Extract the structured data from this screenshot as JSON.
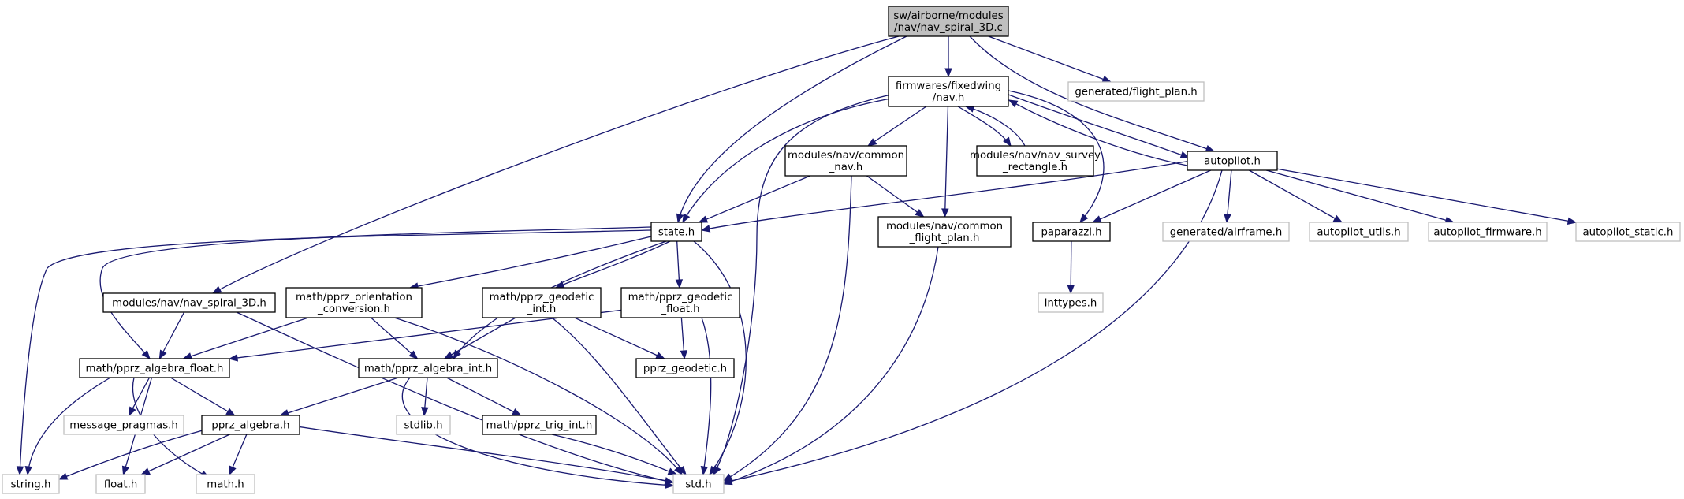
{
  "nodes": [
    {
      "id": "root",
      "lines": [
        "sw/airborne/modules",
        "/nav/nav_spiral_3D.c"
      ],
      "style": "root"
    },
    {
      "id": "nav",
      "lines": [
        "firmwares/fixedwing",
        "/nav.h"
      ],
      "style": "doc"
    },
    {
      "id": "fp",
      "lines": [
        "generated/flight_plan.h"
      ],
      "style": "ext"
    },
    {
      "id": "cnav",
      "lines": [
        "modules/nav/common",
        "_nav.h"
      ],
      "style": "doc"
    },
    {
      "id": "surv",
      "lines": [
        "modules/nav/nav_survey",
        "_rectangle.h"
      ],
      "style": "doc"
    },
    {
      "id": "ap",
      "lines": [
        "autopilot.h"
      ],
      "style": "doc"
    },
    {
      "id": "state",
      "lines": [
        "state.h"
      ],
      "style": "doc"
    },
    {
      "id": "cfp",
      "lines": [
        "modules/nav/common",
        "_flight_plan.h"
      ],
      "style": "doc"
    },
    {
      "id": "ppz",
      "lines": [
        "paparazzi.h"
      ],
      "style": "doc"
    },
    {
      "id": "af",
      "lines": [
        "generated/airframe.h"
      ],
      "style": "ext"
    },
    {
      "id": "apu",
      "lines": [
        "autopilot_utils.h"
      ],
      "style": "ext"
    },
    {
      "id": "apf",
      "lines": [
        "autopilot_firmware.h"
      ],
      "style": "ext"
    },
    {
      "id": "aps",
      "lines": [
        "autopilot_static.h"
      ],
      "style": "ext"
    },
    {
      "id": "sp3",
      "lines": [
        "modules/nav/nav_spiral_3D.h"
      ],
      "style": "doc"
    },
    {
      "id": "oc",
      "lines": [
        "math/pprz_orientation",
        "_conversion.h"
      ],
      "style": "doc"
    },
    {
      "id": "gi",
      "lines": [
        "math/pprz_geodetic",
        "_int.h"
      ],
      "style": "doc"
    },
    {
      "id": "gf",
      "lines": [
        "math/pprz_geodetic",
        "_float.h"
      ],
      "style": "doc"
    },
    {
      "id": "it",
      "lines": [
        "inttypes.h"
      ],
      "style": "ext"
    },
    {
      "id": "af_h",
      "lines": [
        "math/pprz_algebra_float.h"
      ],
      "style": "doc"
    },
    {
      "id": "ai",
      "lines": [
        "math/pprz_algebra_int.h"
      ],
      "style": "doc"
    },
    {
      "id": "geo",
      "lines": [
        "pprz_geodetic.h"
      ],
      "style": "doc"
    },
    {
      "id": "mp",
      "lines": [
        "message_pragmas.h"
      ],
      "style": "ext"
    },
    {
      "id": "pa",
      "lines": [
        "pprz_algebra.h"
      ],
      "style": "doc"
    },
    {
      "id": "sl",
      "lines": [
        "stdlib.h"
      ],
      "style": "ext"
    },
    {
      "id": "ti",
      "lines": [
        "math/pprz_trig_int.h"
      ],
      "style": "doc"
    },
    {
      "id": "str",
      "lines": [
        "string.h"
      ],
      "style": "ext"
    },
    {
      "id": "flt",
      "lines": [
        "float.h"
      ],
      "style": "ext"
    },
    {
      "id": "mth",
      "lines": [
        "math.h"
      ],
      "style": "ext"
    },
    {
      "id": "std",
      "lines": [
        "std.h"
      ],
      "style": "ext"
    }
  ],
  "edges": [
    [
      "root",
      "nav"
    ],
    [
      "root",
      "fp"
    ],
    [
      "root",
      "ap"
    ],
    [
      "root",
      "state"
    ],
    [
      "root",
      "sp3"
    ],
    [
      "nav",
      "cnav"
    ],
    [
      "nav",
      "surv"
    ],
    [
      "nav",
      "state"
    ],
    [
      "nav",
      "cfp"
    ],
    [
      "nav",
      "ppz"
    ],
    [
      "nav",
      "std"
    ],
    [
      "nav",
      "ap"
    ],
    [
      "surv",
      "nav"
    ],
    [
      "ap",
      "nav"
    ],
    [
      "cnav",
      "state"
    ],
    [
      "cnav",
      "cfp"
    ],
    [
      "cnav",
      "std"
    ],
    [
      "ap",
      "state"
    ],
    [
      "ap",
      "ppz"
    ],
    [
      "ap",
      "af"
    ],
    [
      "ap",
      "apu"
    ],
    [
      "ap",
      "apf"
    ],
    [
      "ap",
      "aps"
    ],
    [
      "ap",
      "std"
    ],
    [
      "cfp",
      "std"
    ],
    [
      "ppz",
      "it"
    ],
    [
      "state",
      "oc"
    ],
    [
      "state",
      "gi"
    ],
    [
      "state",
      "gf"
    ],
    [
      "state",
      "af_h"
    ],
    [
      "state",
      "ai"
    ],
    [
      "state",
      "std"
    ],
    [
      "state",
      "str"
    ],
    [
      "sp3",
      "af_h"
    ],
    [
      "sp3",
      "std"
    ],
    [
      "oc",
      "af_h"
    ],
    [
      "oc",
      "ai"
    ],
    [
      "oc",
      "std"
    ],
    [
      "gi",
      "ai"
    ],
    [
      "gi",
      "geo"
    ],
    [
      "gi",
      "std"
    ],
    [
      "gf",
      "af_h"
    ],
    [
      "gf",
      "geo"
    ],
    [
      "gf",
      "std"
    ],
    [
      "af_h",
      "mp"
    ],
    [
      "af_h",
      "pa"
    ],
    [
      "af_h",
      "str"
    ],
    [
      "af_h",
      "mth"
    ],
    [
      "af_h",
      "flt"
    ],
    [
      "ai",
      "pa"
    ],
    [
      "ai",
      "sl"
    ],
    [
      "ai",
      "ti"
    ],
    [
      "ai",
      "std"
    ],
    [
      "pa",
      "str"
    ],
    [
      "pa",
      "flt"
    ],
    [
      "pa",
      "mth"
    ],
    [
      "pa",
      "std"
    ],
    [
      "ti",
      "std"
    ]
  ]
}
